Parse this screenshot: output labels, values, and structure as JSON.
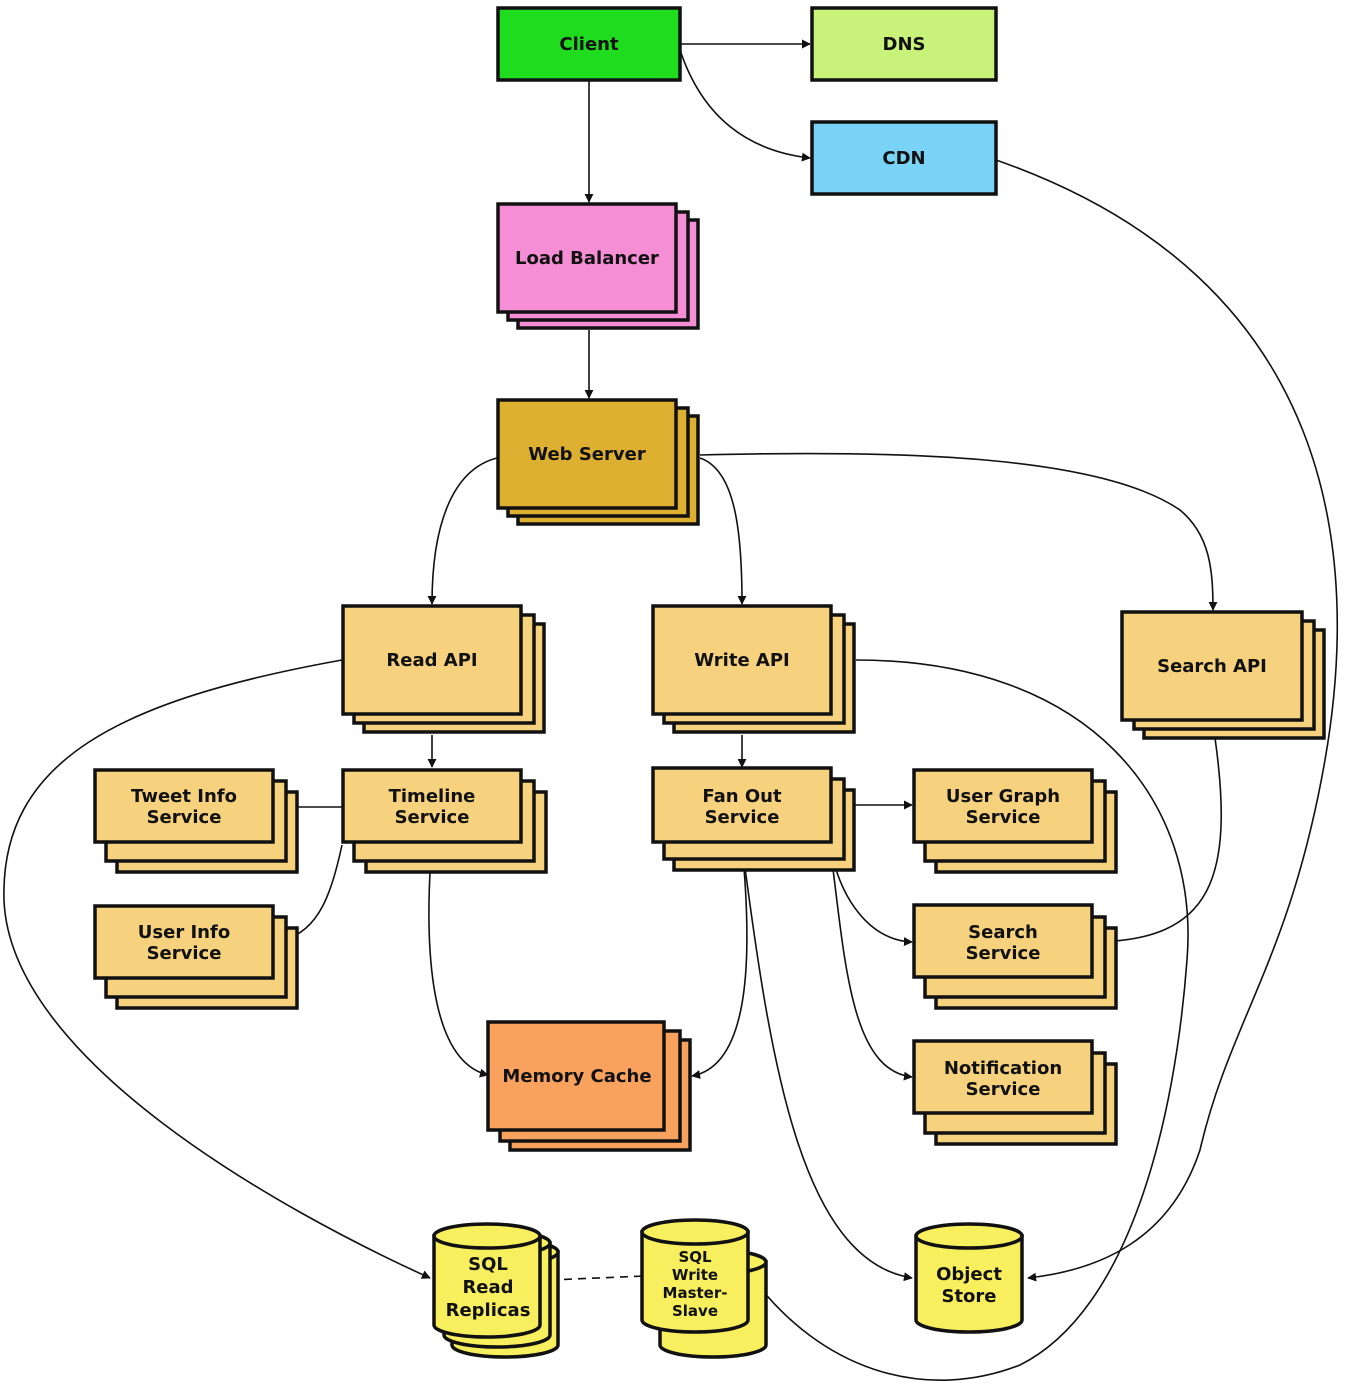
{
  "colors": {
    "client": "#1fdc1f",
    "dns": "#c9f27a",
    "cdn": "#79d3f7",
    "load_balancer": "#f58ed4",
    "web_server": "#deb032",
    "service": "#f6d17e",
    "memory_cache": "#f9a25e",
    "database": "#f8ef5e",
    "stroke": "#111111"
  },
  "nodes": {
    "client": "Client",
    "dns": "DNS",
    "cdn": "CDN",
    "load_balancer": "Load Balancer",
    "web_server": "Web Server",
    "read_api": "Read API",
    "write_api": "Write API",
    "search_api": "Search API",
    "tweet_info_service": [
      "Tweet Info",
      "Service"
    ],
    "timeline_service": [
      "Timeline",
      "Service"
    ],
    "fan_out_service": [
      "Fan Out",
      "Service"
    ],
    "user_graph_service": [
      "User Graph",
      "Service"
    ],
    "user_info_service": [
      "User Info",
      "Service"
    ],
    "search_service": [
      "Search",
      "Service"
    ],
    "notification_service": [
      "Notification",
      "Service"
    ],
    "memory_cache": "Memory Cache",
    "sql_read_replicas": [
      "SQL",
      "Read",
      "Replicas"
    ],
    "sql_write_master_slave": [
      "SQL",
      "Write",
      "Master-",
      "Slave"
    ],
    "object_store": [
      "Object",
      "Store"
    ]
  },
  "icons": {
    "arrowhead": "arrowhead-icon"
  }
}
